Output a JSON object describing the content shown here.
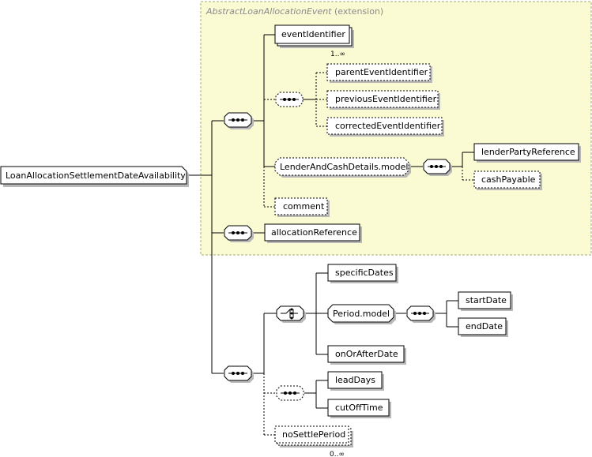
{
  "extension": {
    "type_name": "AbstractLoanAllocationEvent",
    "suffix": " (extension)"
  },
  "root": {
    "label": "LoanAllocationSettlementDateAvailability"
  },
  "elements": {
    "event_identifier": {
      "label": "eventIdentifier",
      "cardinality": "1..∞"
    },
    "parent_event_identifier": {
      "label": "parentEventIdentifier"
    },
    "previous_event_identifier": {
      "label": "previousEventIdentifier"
    },
    "corrected_event_identifier": {
      "label": "correctedEventIdentifier"
    },
    "lender_and_cash_details_model": {
      "label": "LenderAndCashDetails.model"
    },
    "lender_party_reference": {
      "label": "lenderPartyReference"
    },
    "cash_payable": {
      "label": "cashPayable"
    },
    "comment": {
      "label": "comment"
    },
    "allocation_reference": {
      "label": "allocationReference"
    },
    "specific_dates": {
      "label": "specificDates"
    },
    "period_model": {
      "label": "Period.model"
    },
    "start_date": {
      "label": "startDate"
    },
    "end_date": {
      "label": "endDate"
    },
    "on_or_after_date": {
      "label": "onOrAfterDate"
    },
    "lead_days": {
      "label": "leadDays"
    },
    "cut_off_time": {
      "label": "cutOffTime"
    },
    "no_settle_period": {
      "label": "noSettlePeriod",
      "cardinality": "0..∞"
    }
  },
  "colors": {
    "extension_fill": "#fbfbd3",
    "extension_border": "#a8a878",
    "line": "#000000",
    "box_fill": "#ffffff",
    "shadow": "#b8b8b8"
  }
}
